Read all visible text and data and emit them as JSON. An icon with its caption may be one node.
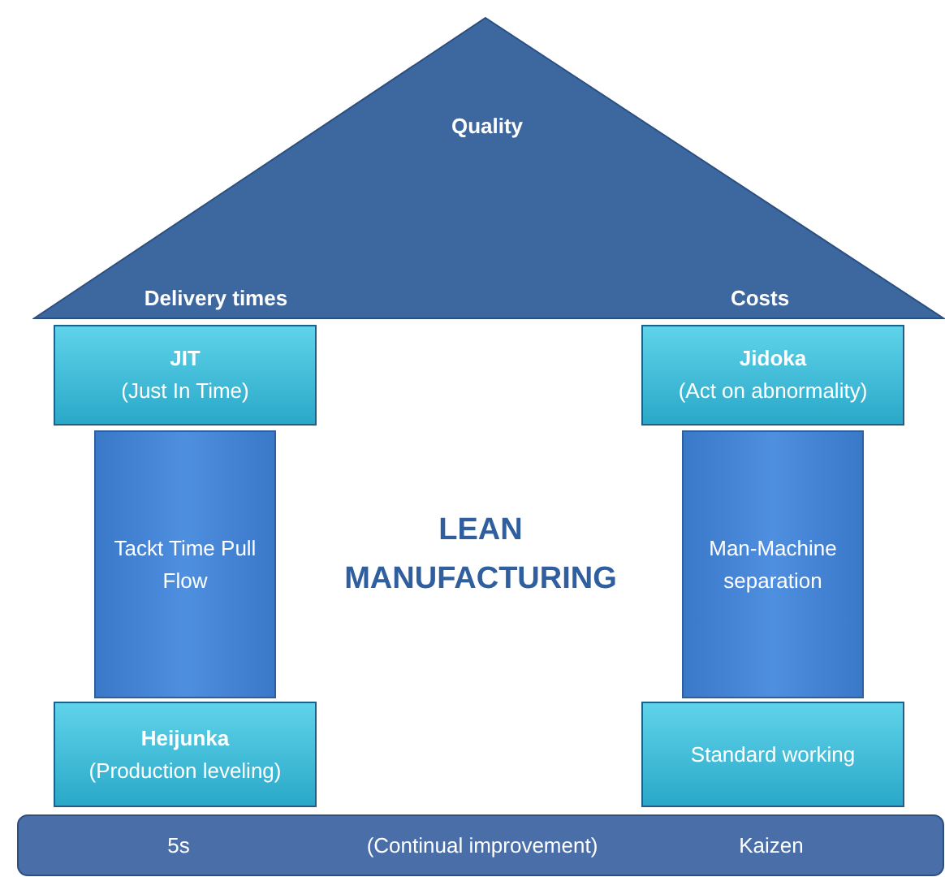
{
  "diagram": {
    "nodes": [
      {
        "text": [
          "Quality",
          "Delivery times",
          "Costs"
        ]
      },
      {
        "text": [
          "JIT",
          "(Just In Time)"
        ]
      },
      {
        "text": [
          "Jidoka",
          "(Act on abnormality)"
        ]
      },
      {
        "text": [
          "Tackt Time Pull Flow"
        ]
      },
      {
        "text": [
          "Man-Machine separation"
        ]
      },
      {
        "text": [
          "Heijunka",
          "(Production leveling)"
        ]
      },
      {
        "text": [
          "Standard working"
        ]
      },
      {
        "text": [
          "5s",
          "(Continual improvement)",
          "Kaizen"
        ]
      }
    ],
    "edges": [],
    "labels": [
      "LEAN MANUFACTURING"
    ]
  }
}
